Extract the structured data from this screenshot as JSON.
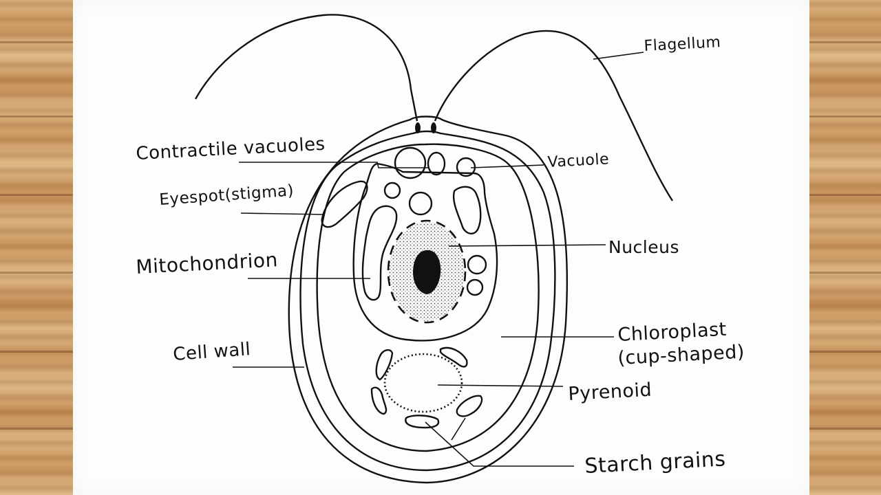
{
  "labels": {
    "flagellum": "Flagellum",
    "contractile_vacuoles": "Contractile vacuoles",
    "vacuole": "Vacuole",
    "eyespot": "Eyespot(stigma)",
    "nucleus": "Nucleus",
    "mitochondrion": "Mitochondrion",
    "chloroplast_line1": "Chloroplast",
    "chloroplast_line2": "(cup-shaped)",
    "cell_wall": "Cell wall",
    "pyrenoid": "Pyrenoid",
    "starch_grains": "Starch grains"
  }
}
